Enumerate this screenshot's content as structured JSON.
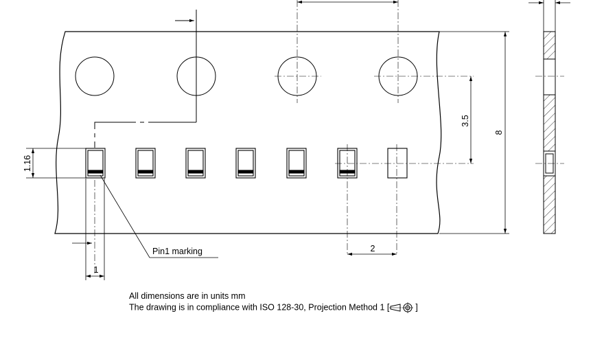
{
  "dimensions": {
    "pad_height": "1.16",
    "hole_to_pad_pitch": "3.5",
    "tape_width": "8",
    "pad_pitch": "2",
    "pin_offset": "1"
  },
  "callout": {
    "pin1_label": "Pin1 marking"
  },
  "notes": {
    "units": "All dimensions are in units mm",
    "compliance_prefix": "The drawing is in compliance with ISO 128-30, Projection Method 1 [",
    "compliance_suffix": "]"
  },
  "colors": {
    "line": "#000000",
    "background": "#ffffff"
  },
  "icons": {
    "projection": "projection-method-1-icon"
  }
}
